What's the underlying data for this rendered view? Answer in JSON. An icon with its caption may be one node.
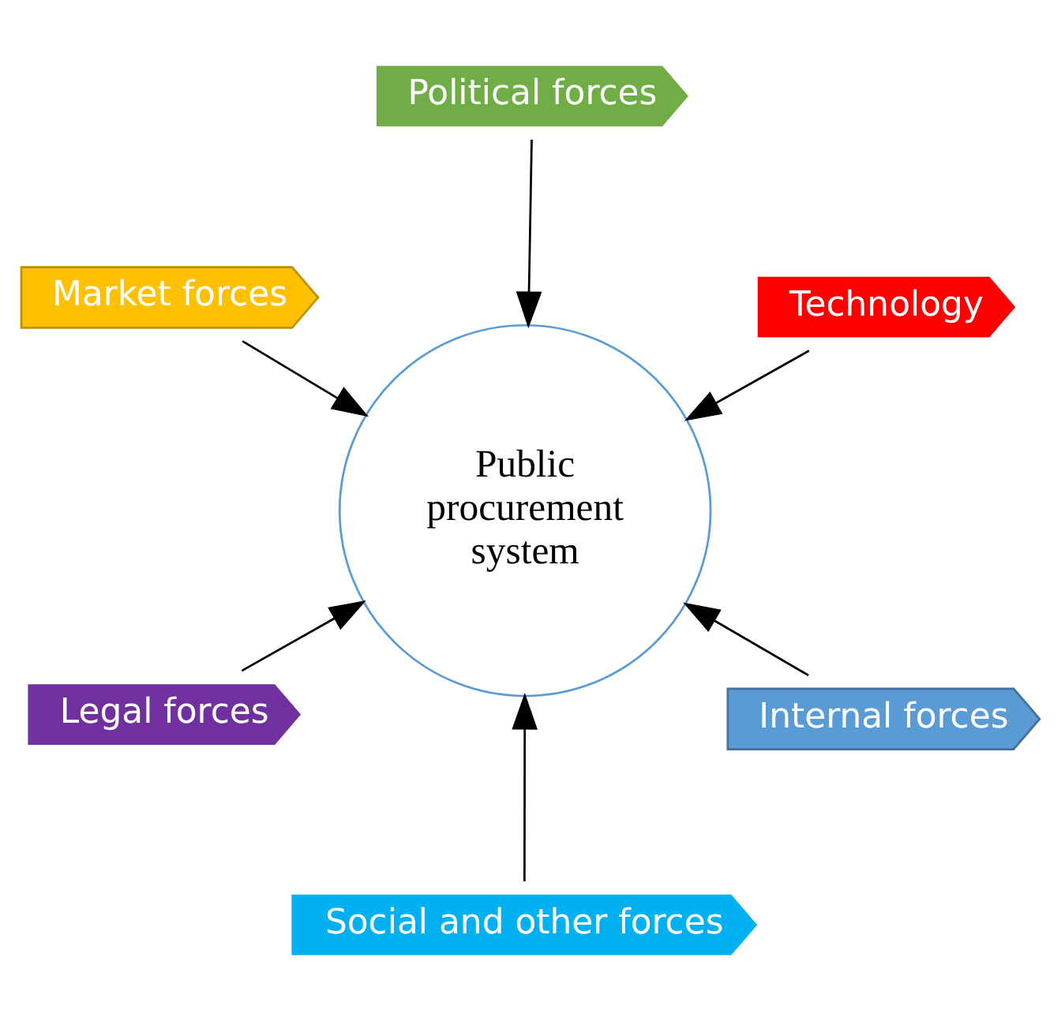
{
  "diagram": {
    "nodes": [
      {
        "text": [
          "Public procurement system"
        ]
      },
      {
        "text": [
          "Internal forces"
        ]
      },
      {
        "text": [
          "Social and other forces"
        ]
      },
      {
        "text": [
          "Market forces"
        ]
      },
      {
        "text": [
          "Technology"
        ]
      },
      {
        "text": [
          "Political forces"
        ]
      },
      {
        "text": [
          "Legal forces"
        ]
      }
    ],
    "edges": [
      {
        "from": 1,
        "to": 0,
        "arrow": "to"
      },
      {
        "from": 2,
        "to": 0,
        "arrow": "to"
      },
      {
        "from": 3,
        "to": 0,
        "arrow": "to"
      },
      {
        "from": 4,
        "to": 0,
        "arrow": "to"
      },
      {
        "from": 5,
        "to": 0,
        "arrow": "to"
      },
      {
        "from": 6,
        "to": 0,
        "arrow": "to"
      }
    ]
  }
}
